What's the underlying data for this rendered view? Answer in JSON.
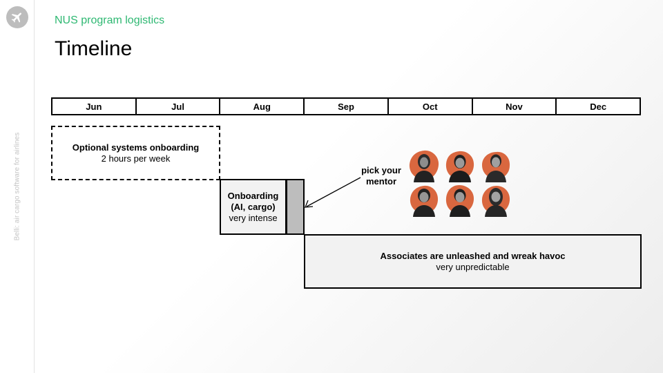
{
  "sidebar": {
    "vertical_text": "Belli: air cargo software for airlines",
    "logo_icon": "airplane-icon"
  },
  "header": {
    "eyebrow": "NUS program logistics",
    "title": "Timeline"
  },
  "months": [
    "Jun",
    "Jul",
    "Aug",
    "Sep",
    "Oct",
    "Nov",
    "Dec"
  ],
  "blocks": {
    "optional": {
      "title": "Optional systems onboarding",
      "subtitle": "2 hours per week"
    },
    "onboarding": {
      "line1": "Onboarding",
      "line2": "(AI, cargo)",
      "subtitle": "very intense"
    },
    "associates": {
      "title": "Associates are unleashed and wreak havoc",
      "subtitle": "very unpredictable"
    }
  },
  "mentor": {
    "line1": "pick your",
    "line2": "mentor",
    "avatar_count": 6
  },
  "colors": {
    "accent": "#2eb872",
    "blob": "#d9673f",
    "bar": "#bdbdbd"
  }
}
